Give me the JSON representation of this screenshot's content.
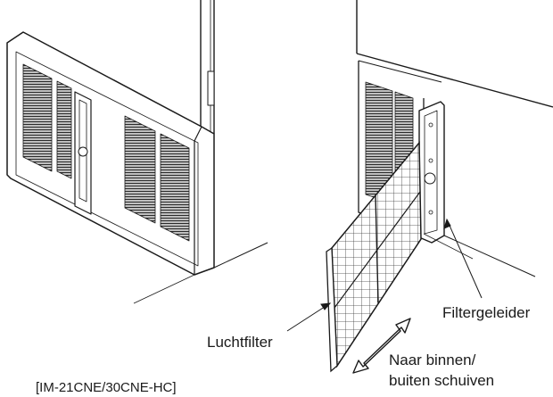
{
  "labels": {
    "filter_guide": "Filtergeleider",
    "air_filter": "Luchtfilter",
    "slide_line1": "Naar binnen/",
    "slide_line2": "buiten schuiven",
    "model_caption": "[IM-21CNE/30CNE-HC]"
  },
  "colors": {
    "line": "#1a1a1a",
    "panel": "#ffffff",
    "vent": "#333333"
  },
  "icons": {
    "slide_arrow": "double-headed-arrow-icon"
  }
}
